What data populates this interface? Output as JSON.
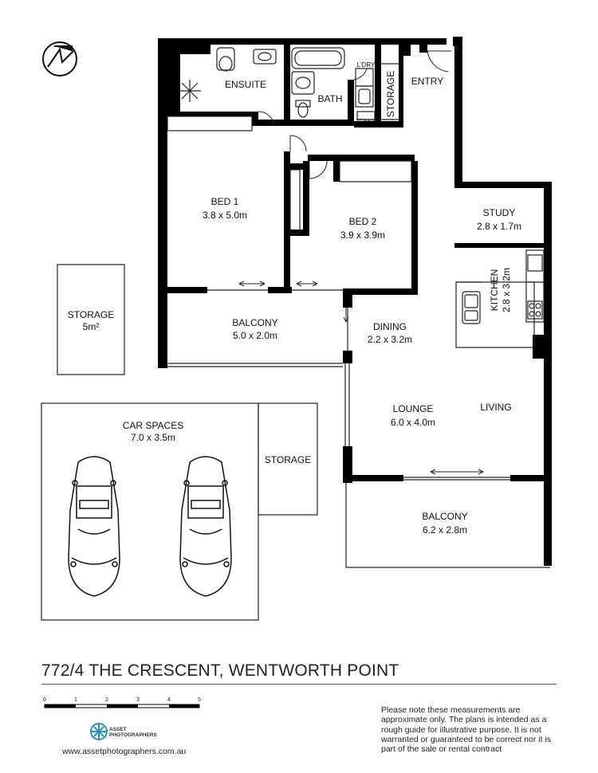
{
  "rooms": {
    "ensuite": "ENSUITE",
    "bath": "BATH",
    "laundry": "L'DRY",
    "storage_hall": "STORAGE",
    "storage_small": "STORAGE",
    "entry": "ENTRY",
    "bed1_name": "BED 1",
    "bed1_size": "3.8 x 5.0m",
    "bed2_name": "BED 2",
    "bed2_size": "3.9 x 3.9m",
    "study_name": "STUDY",
    "study_size": "2.8 x 1.7m",
    "kitchen_name": "KITCHEN",
    "kitchen_size": "2.8 x 3.2m",
    "balcony1_name": "BALCONY",
    "balcony1_size": "5.0 x 2.0m",
    "dining_name": "DINING",
    "dining_size": "2.2 x 3.2m",
    "lounge_name": "LOUNGE",
    "lounge_size": "6.0 x 4.0m",
    "living": "LIVING",
    "balcony2_name": "BALCONY",
    "balcony2_size": "6.2 x 2.8m",
    "storage_cage_name": "STORAGE",
    "storage_cage_size": "5m²",
    "carspaces_name": "CAR SPACES",
    "carspaces_size": "7.0 x 3.5m",
    "storage_car": "STORAGE"
  },
  "scale": {
    "labels": [
      "0",
      "1",
      "2",
      "3",
      "4",
      "5"
    ]
  },
  "footer": {
    "address": "772/4 THE CRESCENT, WENTWORTH POINT",
    "disclaimer": "Please note these measurements are approximate only. The plans is intended as a rough guide for illustrative purpose. It is not warranted or guaranteed to be correct nor it is part of the sale or rental contract",
    "website": "www.assetphotographers.com.au",
    "brand_line1": "ASSET",
    "brand_line2": "PHOTOGRAPHERS"
  },
  "icons": [
    "north-arrow-icon",
    "car-icon",
    "assetphotographers-logo-icon",
    "skylight-icon"
  ],
  "colors": {
    "wall": "#000000",
    "line": "#333333",
    "logo": "#2a8fc4"
  }
}
